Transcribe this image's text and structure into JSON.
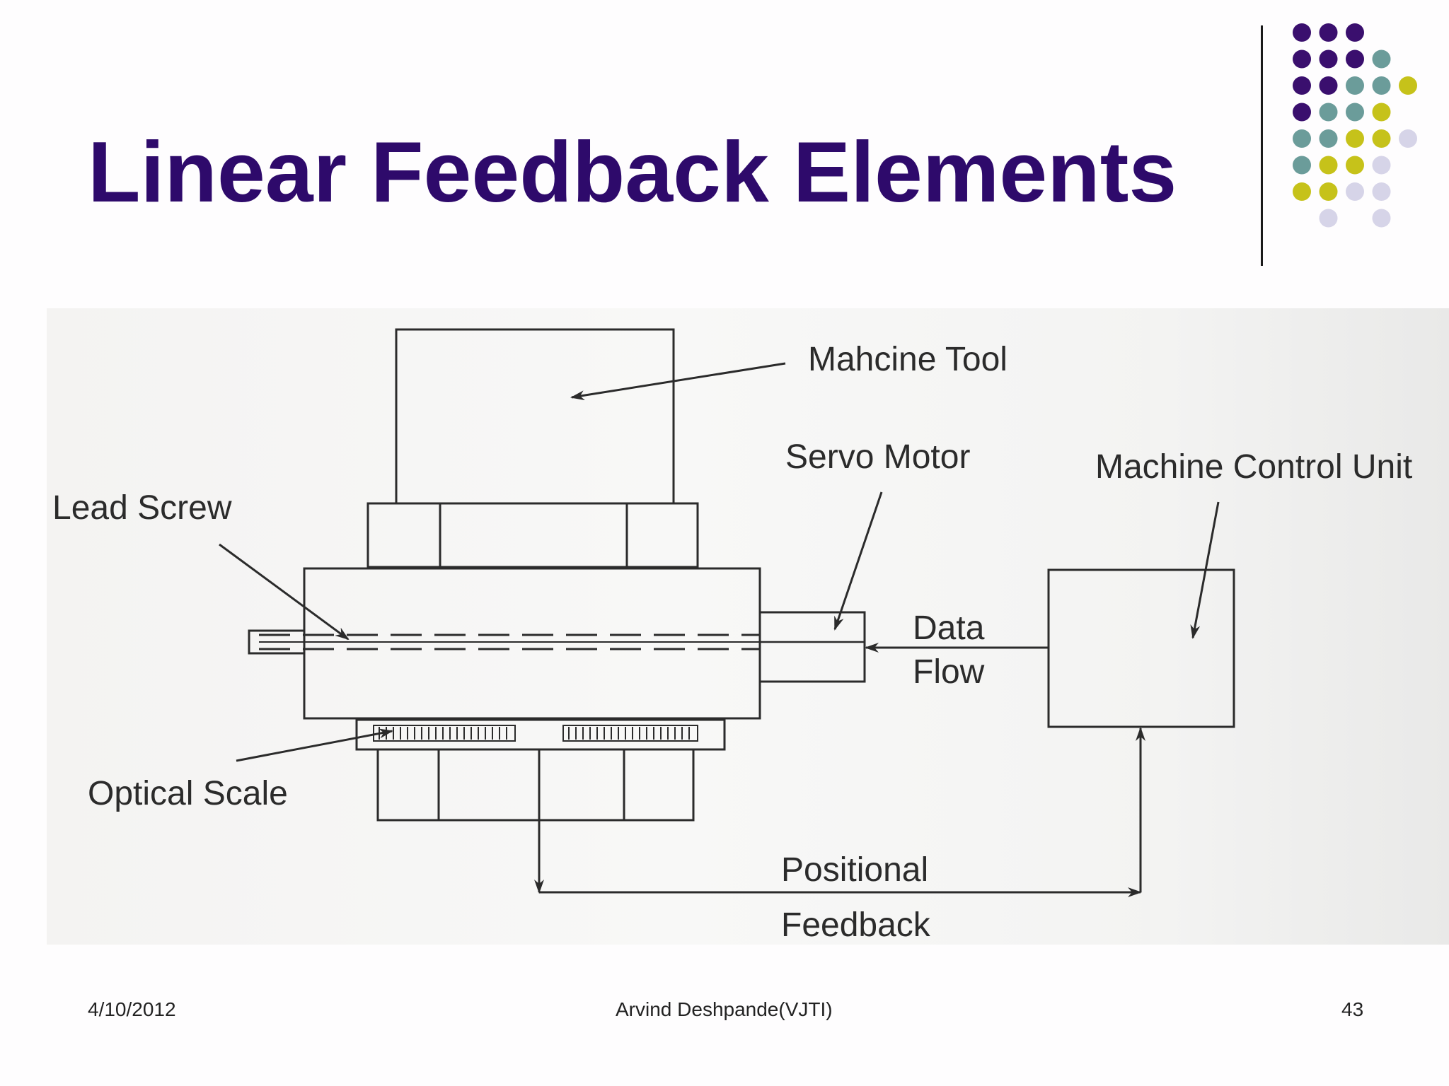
{
  "slide": {
    "title": "Linear Feedback Elements",
    "footer": {
      "date": "4/10/2012",
      "author": "Arvind Deshpande(VJTI)",
      "page": "43"
    }
  },
  "diagram": {
    "labels": {
      "machine_tool": "Mahcine Tool",
      "servo_motor": "Servo Motor",
      "machine_control_unit": "Machine Control Unit",
      "lead_screw": "Lead Screw",
      "optical_scale": "Optical Scale",
      "data_flow_1": "Data",
      "data_flow_2": "Flow",
      "positional_feedback_1": "Positional",
      "positional_feedback_2": "Feedback"
    }
  },
  "theme": {
    "title_color": "#2e0a6b",
    "dot_colors": {
      "purple": "#3a0f6e",
      "teal": "#6b9c9a",
      "yellow": "#c6c21a",
      "lavender": "#d6d4e8"
    }
  }
}
